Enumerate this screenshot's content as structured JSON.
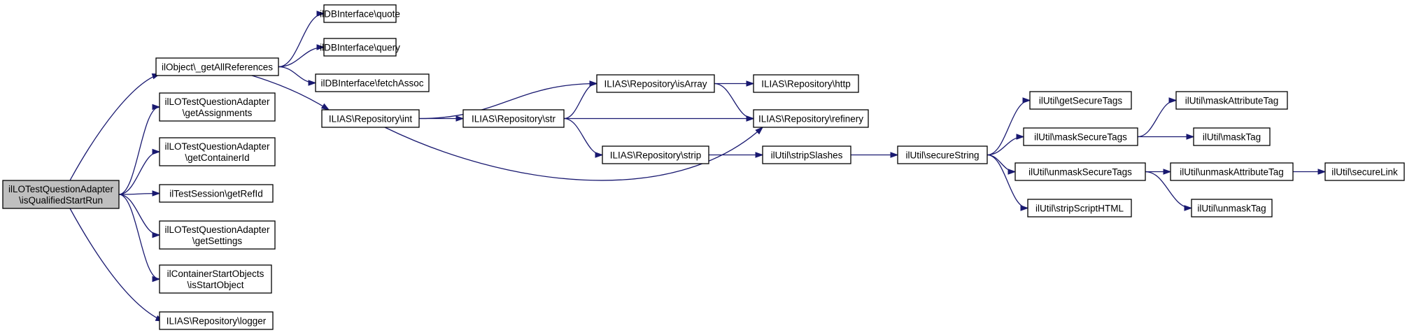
{
  "graph": {
    "edge_color": "#191970",
    "root_fill": "#bfbfbf",
    "nodes": {
      "root": [
        "ilLOTestQuestionAdapter",
        "\\isQualifiedStartRun"
      ],
      "getAllReferences": [
        "ilObject\\_getAllReferences"
      ],
      "getAssignments": [
        "ilLOTestQuestionAdapter",
        "\\getAssignments"
      ],
      "getContainerId": [
        "ilLOTestQuestionAdapter",
        "\\getContainerId"
      ],
      "getRefId": [
        "ilTestSession\\getRefId"
      ],
      "getSettings": [
        "ilLOTestQuestionAdapter",
        "\\getSettings"
      ],
      "isStartObject": [
        "ilContainerStartObjects",
        "\\isStartObject"
      ],
      "logger": [
        "ILIAS\\Repository\\logger"
      ],
      "quote": [
        "ilDBInterface\\quote"
      ],
      "query": [
        "ilDBInterface\\query"
      ],
      "fetchAssoc": [
        "ilDBInterface\\fetchAssoc"
      ],
      "int": [
        "ILIAS\\Repository\\int"
      ],
      "isArray": [
        "ILIAS\\Repository\\isArray"
      ],
      "str": [
        "ILIAS\\Repository\\str"
      ],
      "strip": [
        "ILIAS\\Repository\\strip"
      ],
      "http": [
        "ILIAS\\Repository\\http"
      ],
      "refinery": [
        "ILIAS\\Repository\\refinery"
      ],
      "stripSlashes": [
        "ilUtil\\stripSlashes"
      ],
      "secureString": [
        "ilUtil\\secureString"
      ],
      "getSecureTags": [
        "ilUtil\\getSecureTags"
      ],
      "maskSecureTags": [
        "ilUtil\\maskSecureTags"
      ],
      "unmaskSecureTags": [
        "ilUtil\\unmaskSecureTags"
      ],
      "stripScriptHTML": [
        "ilUtil\\stripScriptHTML"
      ],
      "maskAttributeTag": [
        "ilUtil\\maskAttributeTag"
      ],
      "maskTag": [
        "ilUtil\\maskTag"
      ],
      "unmaskAttributeTag": [
        "ilUtil\\unmaskAttributeTag"
      ],
      "unmaskTag": [
        "ilUtil\\unmaskTag"
      ],
      "secureLink": [
        "ilUtil\\secureLink"
      ]
    },
    "edges": [
      [
        "root",
        "getAllReferences"
      ],
      [
        "root",
        "getAssignments"
      ],
      [
        "root",
        "getContainerId"
      ],
      [
        "root",
        "getRefId"
      ],
      [
        "root",
        "getSettings"
      ],
      [
        "root",
        "isStartObject"
      ],
      [
        "root",
        "logger"
      ],
      [
        "getAllReferences",
        "quote"
      ],
      [
        "getAllReferences",
        "query"
      ],
      [
        "getAllReferences",
        "fetchAssoc"
      ],
      [
        "getAllReferences",
        "int"
      ],
      [
        "int",
        "isArray"
      ],
      [
        "int",
        "str"
      ],
      [
        "int",
        "refinery"
      ],
      [
        "str",
        "isArray"
      ],
      [
        "str",
        "refinery"
      ],
      [
        "str",
        "strip"
      ],
      [
        "isArray",
        "http"
      ],
      [
        "isArray",
        "refinery"
      ],
      [
        "strip",
        "stripSlashes"
      ],
      [
        "stripSlashes",
        "secureString"
      ],
      [
        "secureString",
        "getSecureTags"
      ],
      [
        "secureString",
        "maskSecureTags"
      ],
      [
        "secureString",
        "unmaskSecureTags"
      ],
      [
        "secureString",
        "stripScriptHTML"
      ],
      [
        "maskSecureTags",
        "maskAttributeTag"
      ],
      [
        "maskSecureTags",
        "maskTag"
      ],
      [
        "unmaskSecureTags",
        "unmaskAttributeTag"
      ],
      [
        "unmaskSecureTags",
        "unmaskTag"
      ],
      [
        "unmaskAttributeTag",
        "secureLink"
      ]
    ]
  }
}
